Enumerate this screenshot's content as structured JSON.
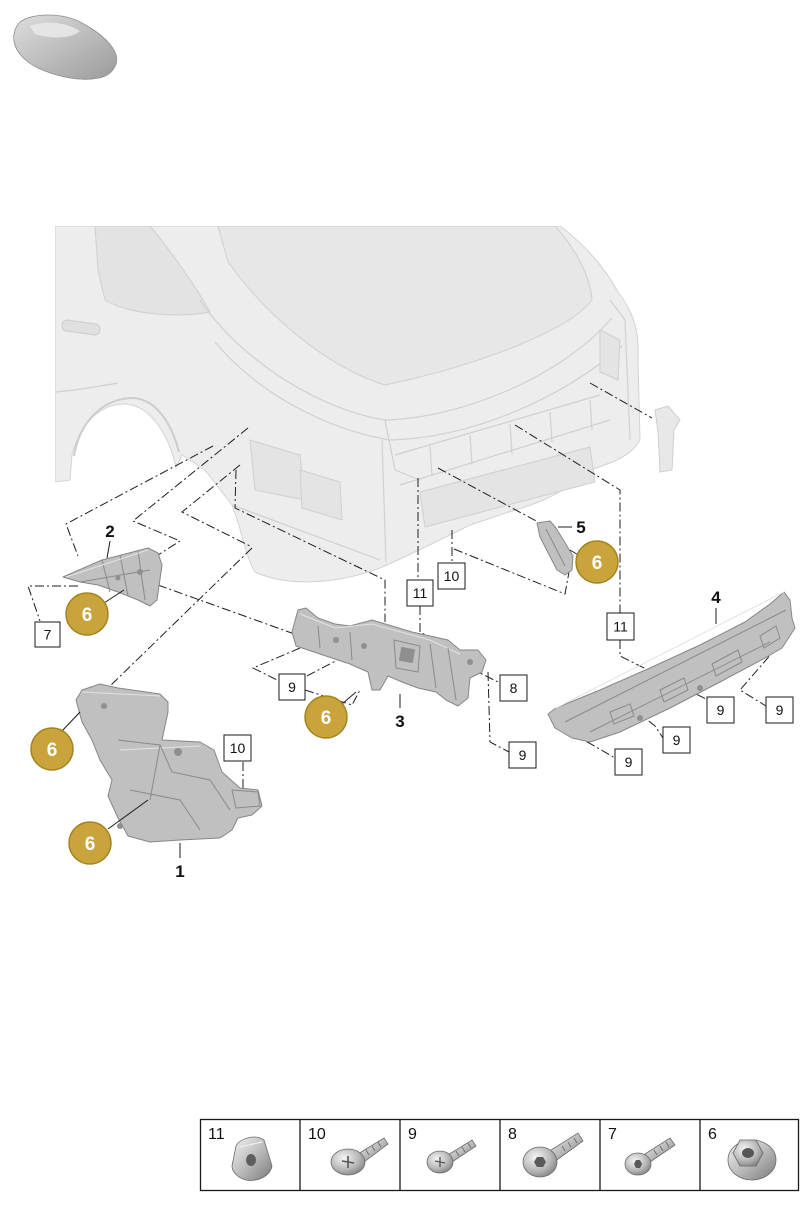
{
  "diagram": {
    "part_labels": {
      "p1": "1",
      "p2": "2",
      "p3": "3",
      "p4": "4",
      "p5": "5"
    },
    "circled_refs": [
      "6",
      "6",
      "6",
      "6",
      "6"
    ],
    "boxed_refs": [
      "7",
      "10",
      "11",
      "11",
      "9",
      "8",
      "9",
      "9",
      "9",
      "10",
      "9",
      "9"
    ]
  },
  "legend": {
    "cells": [
      {
        "number": "11",
        "icon": "clip-nut-icon"
      },
      {
        "number": "10",
        "icon": "washer-head-screw-icon"
      },
      {
        "number": "9",
        "icon": "tapping-screw-icon"
      },
      {
        "number": "8",
        "icon": "flange-bolt-icon"
      },
      {
        "number": "7",
        "icon": "washer-bolt-icon"
      },
      {
        "number": "6",
        "icon": "flange-nut-icon"
      }
    ]
  },
  "thumbnail": {
    "icon": "vehicle-thumbnail-icon"
  },
  "colors": {
    "callout_gold": "#c9a43c",
    "part_grey": "#c0c0c0",
    "vehicle_grey": "#ededed"
  }
}
